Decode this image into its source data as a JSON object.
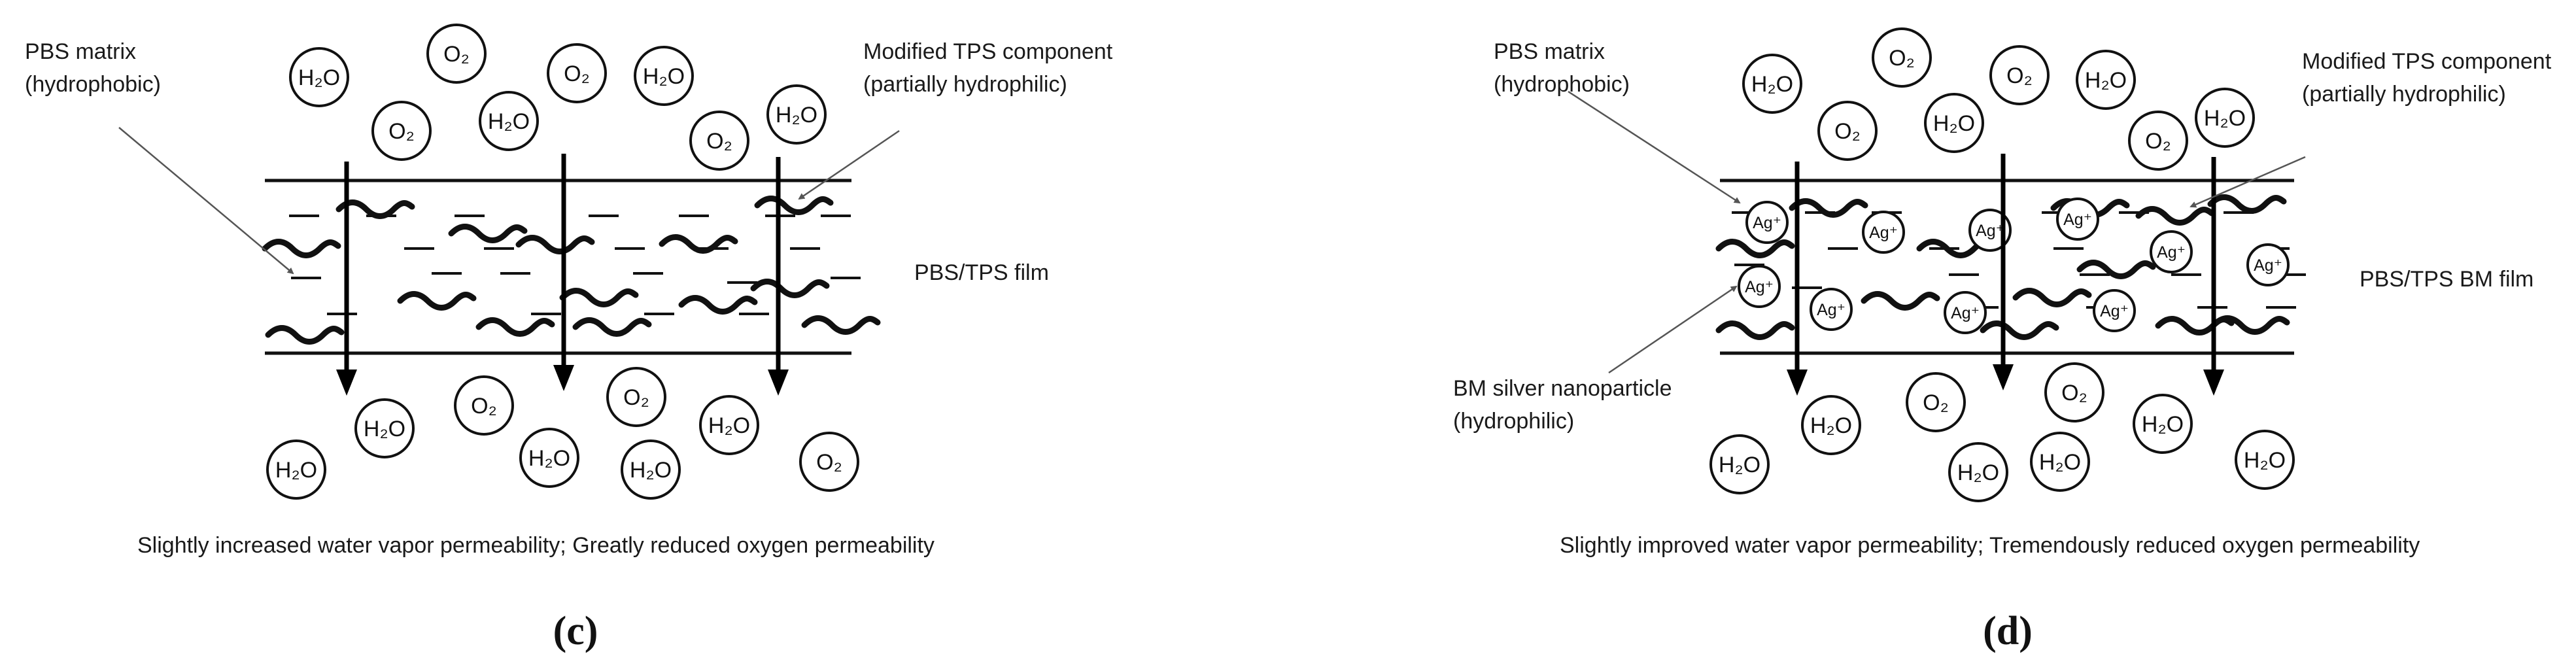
{
  "molecule_labels": {
    "water": "H₂O",
    "oxygen": "O₂",
    "silver": "Ag⁺"
  },
  "panel_c": {
    "letter": "(c)",
    "matrix_label": [
      "PBS matrix",
      "(hydrophobic)"
    ],
    "tps_label": [
      "Modified TPS component",
      "(partially hydrophilic)"
    ],
    "film_label": "PBS/TPS film",
    "caption": "Slightly increased water vapor permeability; Greatly reduced oxygen permeability"
  },
  "panel_d": {
    "letter": "(d)",
    "matrix_label": [
      "PBS matrix",
      "(hydrophobic)"
    ],
    "tps_label": [
      "Modified TPS component",
      "(partially hydrophilic)"
    ],
    "film_label": "PBS/TPS BM film",
    "silver_label": [
      "BM silver nanoparticle",
      "(hydrophilic)"
    ],
    "caption": "Slightly improved water vapor permeability; Tremendously reduced oxygen permeability"
  }
}
